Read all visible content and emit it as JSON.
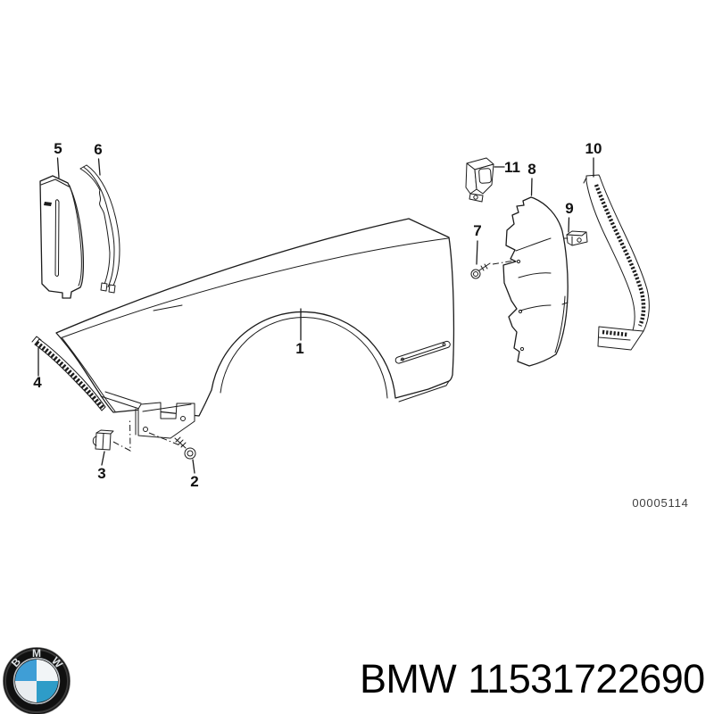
{
  "colors": {
    "background": "#ffffff",
    "line": "#1c1c1c",
    "drawing_number_color": "#3f3f3f",
    "footer_text_color": "#000000",
    "logo_black": "#101010",
    "logo_blue_light": "#3f9ed6",
    "logo_blue_dark": "#2e9cc8",
    "logo_ring_silver": "#b9bfc4"
  },
  "diagram": {
    "drawing_number": "00005114",
    "callouts": [
      {
        "label": "1"
      },
      {
        "label": "2"
      },
      {
        "label": "3"
      },
      {
        "label": "4"
      },
      {
        "label": "5"
      },
      {
        "label": "6"
      },
      {
        "label": "7"
      },
      {
        "label": "8"
      },
      {
        "label": "9"
      },
      {
        "label": "10"
      },
      {
        "label": "11"
      }
    ]
  },
  "footer": {
    "brand": "BMW",
    "part_number": "11531722690",
    "logo_letters": [
      "B",
      "M",
      "W"
    ]
  }
}
